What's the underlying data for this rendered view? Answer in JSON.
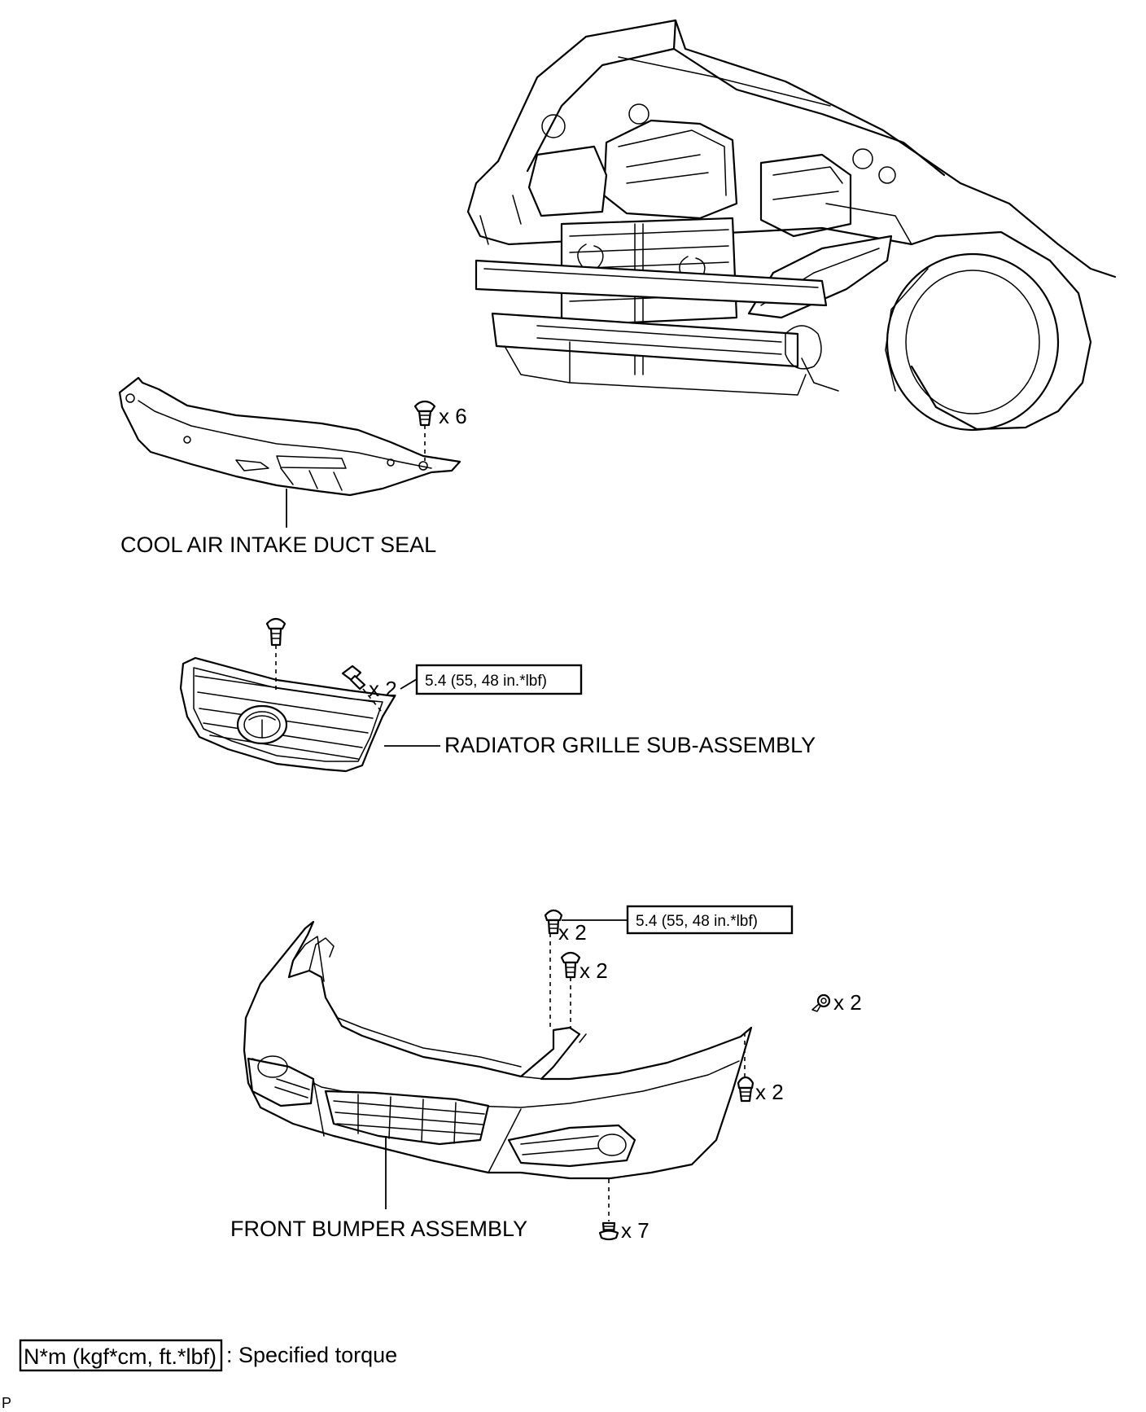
{
  "parts": {
    "cool_air_intake_duct_seal": "COOL AIR INTAKE DUCT SEAL",
    "radiator_grille": "RADIATOR GRILLE SUB-ASSEMBLY",
    "front_bumper": "FRONT BUMPER ASSEMBLY"
  },
  "quantities": {
    "seal_clips": "x 6",
    "grille_screws": "x 2",
    "bumper_top_screws": "x 2",
    "bumper_clips_upper": "x 2",
    "bumper_pins": "x 2",
    "bumper_side_clips": "x 2",
    "bumper_bottom_clips": "x 7"
  },
  "torques": {
    "grille_screw": "5.4 (55, 48 in.*lbf)",
    "bumper_screw": "5.4 (55, 48 in.*lbf)"
  },
  "legend": {
    "unit_box": "N*m (kgf*cm, ft.*lbf)",
    "description": ": Specified torque"
  },
  "footer_code": "P"
}
